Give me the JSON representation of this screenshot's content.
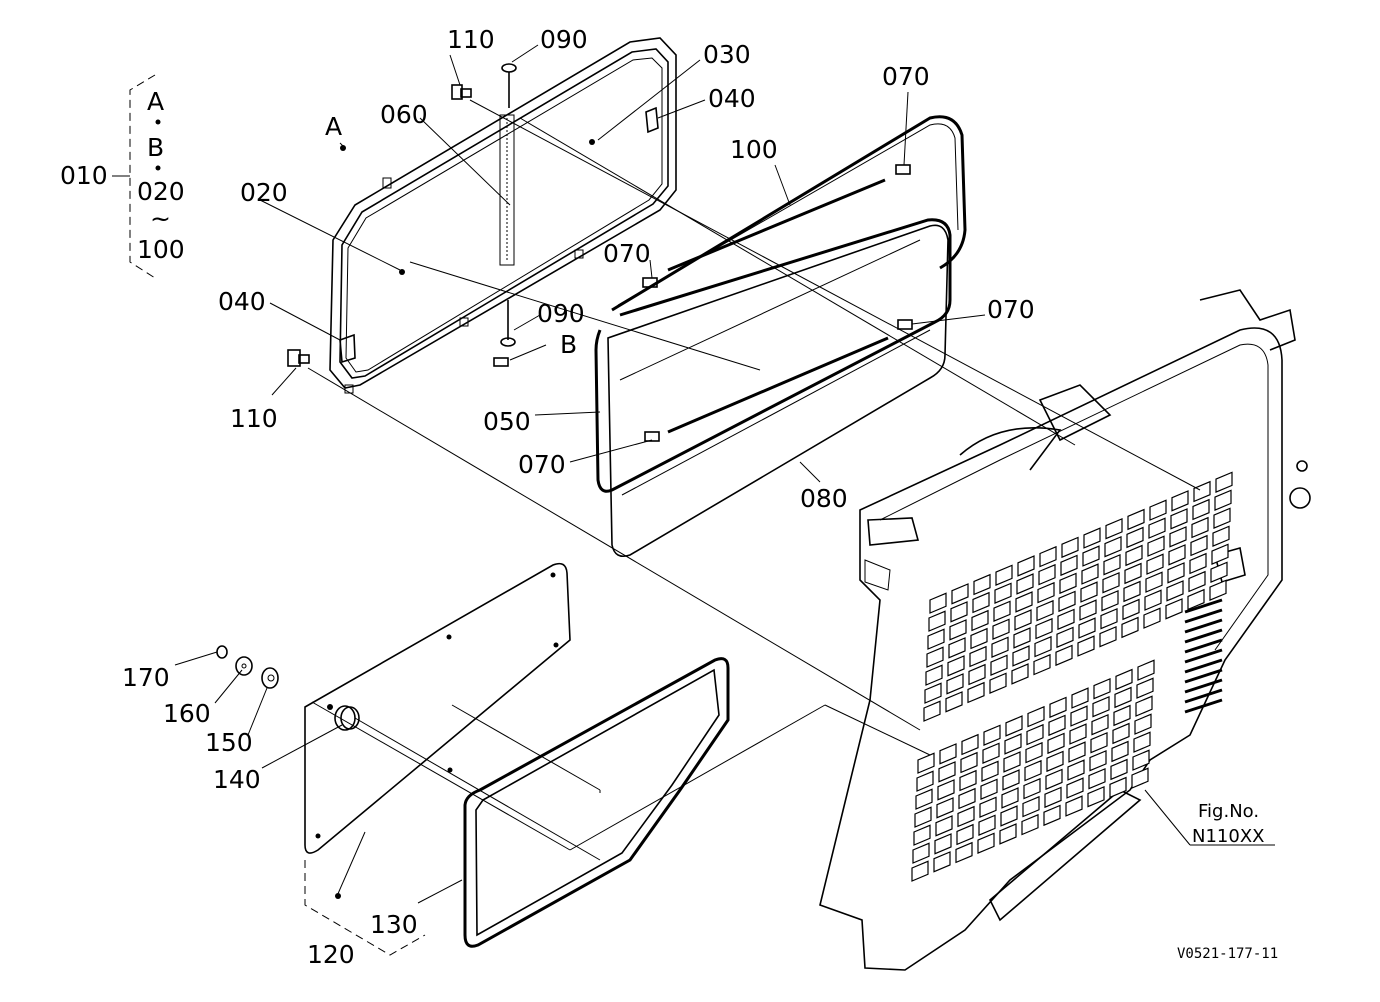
{
  "callouts": {
    "c010": "010",
    "c020_main": "020",
    "c030": "030",
    "c040_top": "040",
    "c040_left": "040",
    "c050": "050",
    "c060": "060",
    "c070_top": "070",
    "c070_mid": "070",
    "c070_right": "070",
    "c070_bottom": "070",
    "c080": "080",
    "c090_top": "090",
    "c090_bottom": "090",
    "c100": "100",
    "c110_top": "110",
    "c110_left": "110",
    "c120": "120",
    "c130": "130",
    "c140": "140",
    "c150": "150",
    "c160": "160",
    "c170": "170"
  },
  "bracket_set": {
    "item_a": "A",
    "item_b": "B",
    "item_020": "020",
    "tilde": "~",
    "item_100": "100"
  },
  "reference_marks": {
    "mark_a": "A",
    "mark_b": "B"
  },
  "figure": {
    "fig_label": "Fig.No.",
    "fig_number": "N110XX",
    "drawing_code": "V0521-177-11"
  }
}
